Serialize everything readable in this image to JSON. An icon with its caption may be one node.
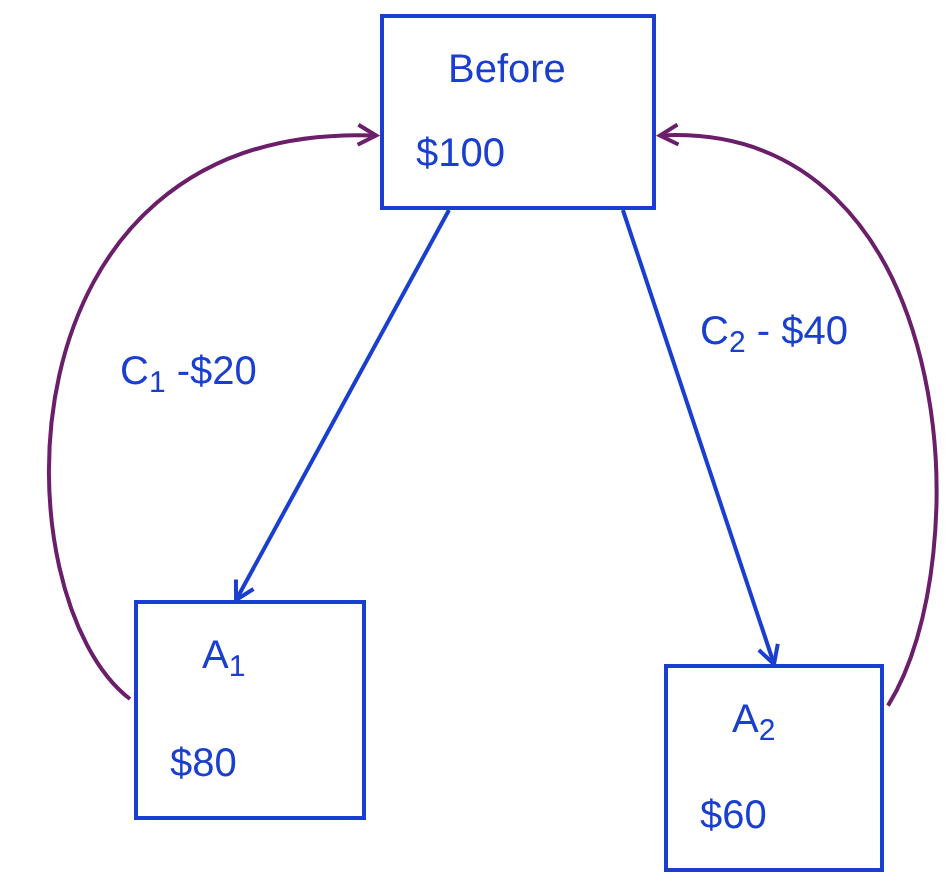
{
  "diagram": {
    "nodes": [
      {
        "text": [
          "Before",
          "$100"
        ]
      },
      {
        "text": [
          "A$_{1}$",
          "$80"
        ]
      },
      {
        "text": [
          "A$_{2}$",
          "$60"
        ]
      }
    ],
    "edges": [
      {
        "from": 0,
        "to": 1,
        "arrow": "to",
        "label": "C$_{1}$ -$20"
      },
      {
        "from": 0,
        "to": 2,
        "arrow": "to",
        "label": "C$_{2}$ - $40"
      },
      {
        "from": 1,
        "to": 0,
        "arrow": "to",
        "color": "#6b1f6b"
      },
      {
        "from": 2,
        "to": 0,
        "arrow": "to",
        "color": "#6b1f6b"
      }
    ]
  }
}
